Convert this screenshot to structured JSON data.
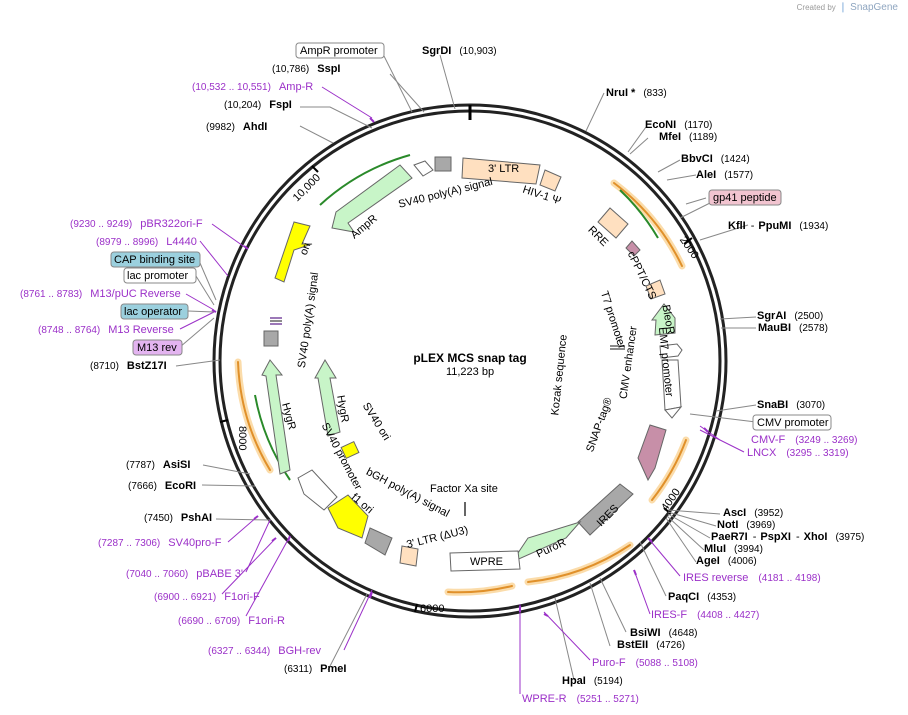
{
  "brand": {
    "created_by": "Created by",
    "name": "SnapGene"
  },
  "plasmid": {
    "name": "pLEX MCS snap tag",
    "size": "11,223 bp"
  },
  "ticks": [
    "2000",
    "4000",
    "6000",
    "8000",
    "10,000"
  ],
  "colors": {
    "primer": "#9b30c8",
    "site": "#000000",
    "arrow_fill": "#c8f5c8",
    "utr_fill": "#ffe0c0",
    "snap_fill": "#c78fa8",
    "orf_track": "#f0b35a"
  },
  "sites": [
    {
      "name": "SgrDI",
      "pos": "(10,903)"
    },
    {
      "name": "SspI",
      "pos": "(10,786)"
    },
    {
      "name": "FspI",
      "pos": "(10,204)"
    },
    {
      "name": "AhdI",
      "pos": "(9982)"
    },
    {
      "name": "NruI *",
      "pos": "(833)"
    },
    {
      "name": "EcoNI",
      "pos": "(1170)"
    },
    {
      "name": "MfeI",
      "pos": "(1189)"
    },
    {
      "name": "BbvCI",
      "pos": "(1424)"
    },
    {
      "name": "AleI",
      "pos": "(1577)"
    },
    {
      "name": "KflI",
      "name2": "PpuMI",
      "pos": "(1934)"
    },
    {
      "name": "SgrAI",
      "pos": "(2500)"
    },
    {
      "name": "MauBI",
      "pos": "(2578)"
    },
    {
      "name": "SnaBI",
      "pos": "(3070)"
    },
    {
      "name": "AscI",
      "pos": "(3952)"
    },
    {
      "name": "NotI",
      "pos": "(3969)"
    },
    {
      "name": "PaeR7I",
      "name2": "PspXI",
      "name3": "XhoI",
      "pos": "(3975)"
    },
    {
      "name": "MluI",
      "pos": "(3994)"
    },
    {
      "name": "AgeI",
      "pos": "(4006)"
    },
    {
      "name": "PaqCI",
      "pos": "(4353)"
    },
    {
      "name": "BsiWI",
      "pos": "(4648)"
    },
    {
      "name": "BstEII",
      "pos": "(4726)"
    },
    {
      "name": "HpaI",
      "pos": "(5194)"
    },
    {
      "name": "PmeI",
      "pos": "(6311)"
    },
    {
      "name": "PshAI",
      "pos": "(7450)"
    },
    {
      "name": "EcoRI",
      "pos": "(7666)"
    },
    {
      "name": "AsiSI",
      "pos": "(7787)"
    },
    {
      "name": "BstZ17I",
      "pos": "(8710)"
    }
  ],
  "primers": [
    {
      "name": "Amp-R",
      "range": "(10,532 .. 10,551)"
    },
    {
      "name": "pBR322ori-F",
      "range": "(9230 .. 9249)"
    },
    {
      "name": "L4440",
      "range": "(8979 .. 8996)"
    },
    {
      "name": "M13/pUC Reverse",
      "range": "(8761 .. 8783)"
    },
    {
      "name": "M13 Reverse",
      "range": "(8748 .. 8764)"
    },
    {
      "name": "CMV-F",
      "range": "(3249 .. 3269)"
    },
    {
      "name": "LNCX",
      "range": "(3295 .. 3319)"
    },
    {
      "name": "IRES reverse",
      "range": "(4181 .. 4198)"
    },
    {
      "name": "IRES-F",
      "range": "(4408 .. 4427)"
    },
    {
      "name": "Puro-F",
      "range": "(5088 .. 5108)"
    },
    {
      "name": "WPRE-R",
      "range": "(5251 .. 5271)"
    },
    {
      "name": "BGH-rev",
      "range": "(6327 .. 6344)"
    },
    {
      "name": "F1ori-R",
      "range": "(6690 .. 6709)"
    },
    {
      "name": "F1ori-F",
      "range": "(6900 .. 6921)"
    },
    {
      "name": "pBABE 3'",
      "range": "(7040 .. 7060)"
    },
    {
      "name": "SV40pro-F",
      "range": "(7287 .. 7306)"
    }
  ],
  "boxed_labels": {
    "ampr_promoter": "AmpR promoter",
    "gp41": "gp41 peptide",
    "cmv_promoter": "CMV promoter",
    "cap": "CAP binding site",
    "lac_promoter": "lac promoter",
    "lac_operator": "lac operator",
    "m13rev": "M13 rev"
  },
  "features": {
    "ltr3": "3' LTR",
    "hiv": "HIV-1 Ψ",
    "rre": "RRE",
    "cppt": "cPPT/CTS",
    "t7": "T7 promoter",
    "bleor": "BleoR",
    "em7": "EM7 promoter",
    "cmv_enh": "CMV enhancer",
    "kozak": "Kozak sequence",
    "snap": "SNAP-tag®",
    "factor_xa": "Factor Xa site",
    "ires": "IRES",
    "puror": "PuroR",
    "wpre": "WPRE",
    "ltr_du3": "3' LTR (ΔU3)",
    "bgh": "bGH poly(A) signal",
    "f1": "f1 ori",
    "sv40_prom": "SV40 promoter",
    "hygr1": "HygR",
    "hygr2": "HygR",
    "sv40_ori": "SV40 ori",
    "sv40_pa_left": "SV40 poly(A) signal",
    "ori": "ori",
    "ampr": "AmpR",
    "sv40_pa_top": "SV40 poly(A) signal"
  }
}
